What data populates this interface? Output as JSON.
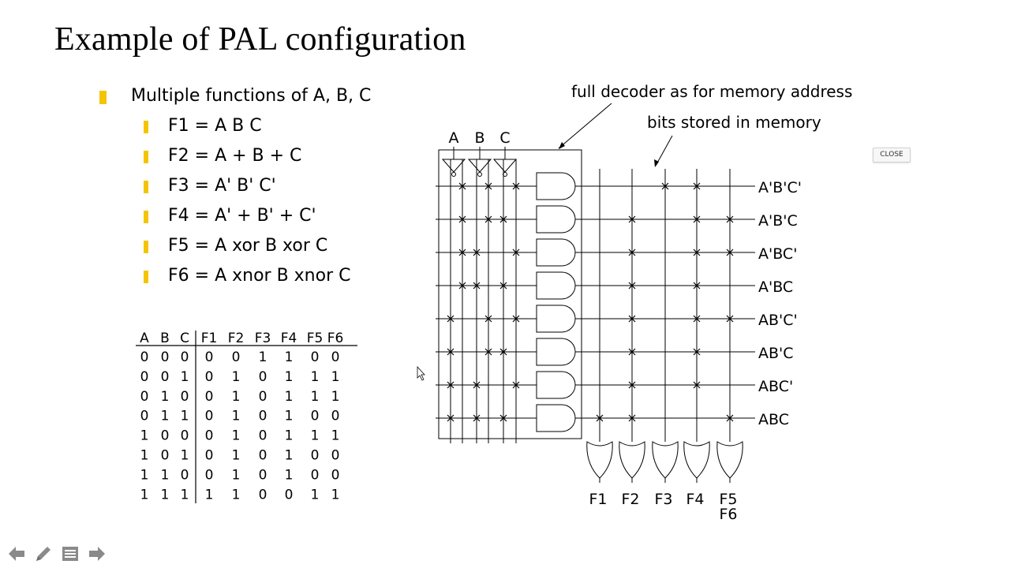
{
  "slide": {
    "title": "Example of PAL configuration",
    "bullet_main": "Multiple functions of A, B, C",
    "sub_bullets": [
      "F1 = A B C",
      "F2 = A + B + C",
      "F3 = A' B' C'",
      "F4 = A' + B' + C'",
      "F5 = A xor B xor C",
      "F6 = A xnor B xnor C"
    ]
  },
  "truth_table": {
    "headers": [
      "A",
      "B",
      "C",
      "F1",
      "F2",
      "F3",
      "F4",
      "F5",
      "F6"
    ],
    "rows": [
      [
        "0",
        "0",
        "0",
        "0",
        "0",
        "1",
        "1",
        "0",
        "0"
      ],
      [
        "0",
        "0",
        "1",
        "0",
        "1",
        "0",
        "1",
        "1",
        "1"
      ],
      [
        "0",
        "1",
        "0",
        "0",
        "1",
        "0",
        "1",
        "1",
        "1"
      ],
      [
        "0",
        "1",
        "1",
        "0",
        "1",
        "0",
        "1",
        "0",
        "0"
      ],
      [
        "1",
        "0",
        "0",
        "0",
        "1",
        "0",
        "1",
        "1",
        "1"
      ],
      [
        "1",
        "0",
        "1",
        "0",
        "1",
        "0",
        "1",
        "0",
        "0"
      ],
      [
        "1",
        "1",
        "0",
        "0",
        "1",
        "0",
        "1",
        "0",
        "0"
      ],
      [
        "1",
        "1",
        "1",
        "1",
        "1",
        "0",
        "0",
        "1",
        "1"
      ]
    ]
  },
  "diagram": {
    "annotation_decoder": "full decoder as for memory address",
    "annotation_bits": "bits stored in memory",
    "inputs": [
      "A",
      "B",
      "C"
    ],
    "product_terms": [
      "A'B'C'",
      "A'B'C",
      "A'BC'",
      "A'BC",
      "AB'C'",
      "AB'C",
      "ABC'",
      "ABC"
    ],
    "outputs": [
      "F1",
      "F2",
      "F3",
      "F4",
      "F5"
    ],
    "output_extra": "F6"
  },
  "controls": {
    "close_label": "CLOSE",
    "nav_icons": [
      "arrow-left-icon",
      "pen-icon",
      "menu-icon",
      "arrow-right-icon"
    ]
  },
  "colors": {
    "bullet": "#f5c400"
  }
}
